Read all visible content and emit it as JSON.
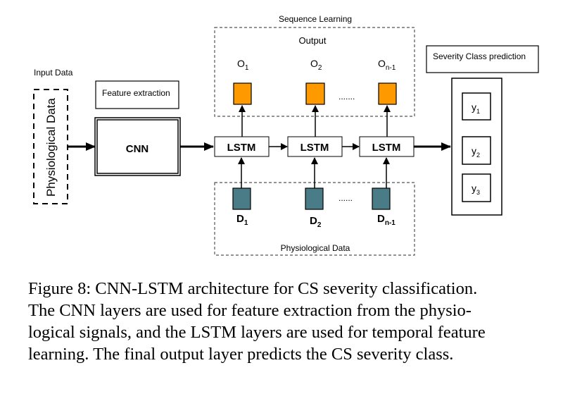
{
  "diagram": {
    "input": {
      "title": "Input Data",
      "box_label": "Physiological Data"
    },
    "feature": {
      "title": "Feature extraction",
      "box_label": "CNN"
    },
    "sequence": {
      "title": "Sequence Learning",
      "output_title": "Output",
      "outputs": [
        {
          "base": "O",
          "sub": "1"
        },
        {
          "base": "O",
          "sub": "2"
        },
        {
          "base": "O",
          "sub": "n-1"
        }
      ],
      "output_ellipsis": ".......",
      "lstm_cells": [
        "LSTM",
        "LSTM",
        "LSTM"
      ],
      "inputs": [
        {
          "base": "D",
          "sub": "1"
        },
        {
          "base": "D",
          "sub": "2"
        },
        {
          "base": "D",
          "sub": "n-1"
        }
      ],
      "input_ellipsis": "......",
      "input_group_title": "Physiological Data"
    },
    "prediction": {
      "title": "Severity Class prediction",
      "classes": [
        {
          "base": "y",
          "sub": "1"
        },
        {
          "base": "y",
          "sub": "2"
        },
        {
          "base": "y",
          "sub": "3"
        }
      ]
    },
    "colors": {
      "output_fill": "#ff9900",
      "input_fill": "#4a7c87",
      "stroke": "#000000",
      "dashed": "#555555"
    }
  },
  "caption": {
    "lines": [
      "Figure 8: CNN-LSTM architecture for CS severity classification.",
      "The CNN layers are used for feature extraction from the physio-",
      "logical signals, and the LSTM layers are used for temporal feature",
      "learning. The final output layer predicts the CS severity class."
    ]
  }
}
